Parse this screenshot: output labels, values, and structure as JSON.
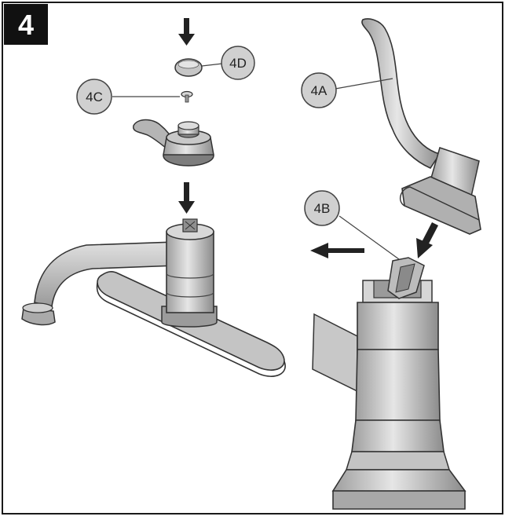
{
  "step": {
    "number": "4"
  },
  "callouts": {
    "c4a": {
      "label": "4A"
    },
    "c4b": {
      "label": "4B"
    },
    "c4c": {
      "label": "4C"
    },
    "c4d": {
      "label": "4D"
    }
  },
  "colors": {
    "frame": "#1a1a1a",
    "badge_bg": "#111111",
    "badge_text": "#ffffff",
    "callout_fill": "#d0d0d0",
    "callout_stroke": "#444444",
    "part_fill": "#bdbdbd",
    "part_light": "#d9d9d9",
    "part_dark": "#7a7a7a",
    "outline": "#333333"
  }
}
